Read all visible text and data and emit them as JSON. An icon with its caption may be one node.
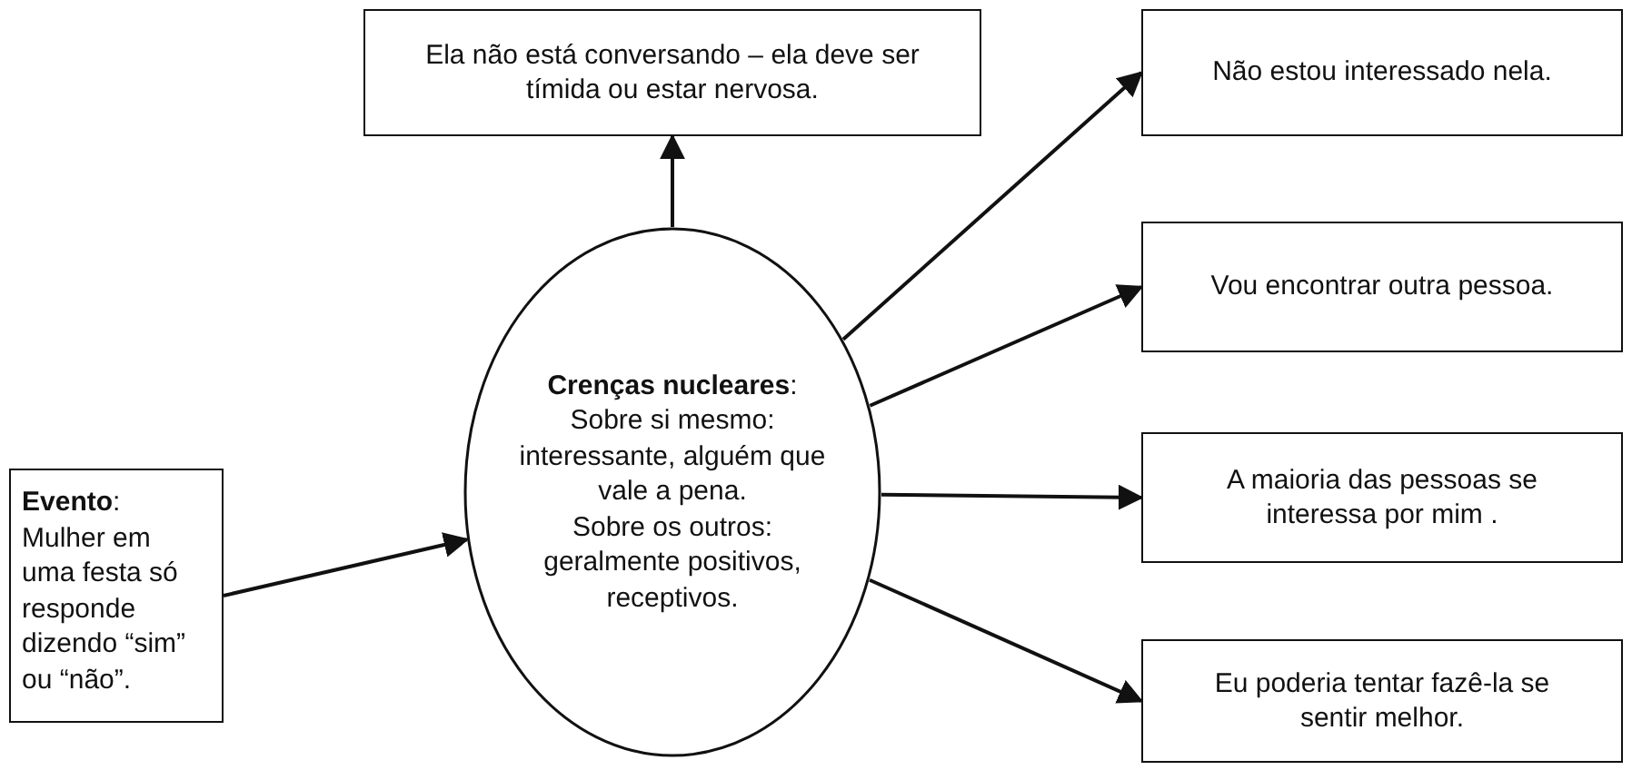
{
  "diagram": {
    "nodes": [
      {
        "text": [
          "**Evento**:",
          "Mulher em uma festa só responde dizendo “sim” ou “não”."
        ]
      },
      {
        "text": [
          "**Crenças nucleares**:",
          "Sobre si mesmo: interessante, alguém que vale a pena.",
          "Sobre os outros: geralmente positivos, receptivos."
        ]
      },
      {
        "text": [
          "Ela não está conversando – ela deve ser tímida ou estar nervosa."
        ]
      },
      {
        "text": [
          "Não estou interessado nela."
        ]
      },
      {
        "text": [
          "Vou encontrar outra pessoa."
        ]
      },
      {
        "text": [
          "A maioria das pessoas se interessa por mim ."
        ]
      },
      {
        "text": [
          "Eu poderia tentar fazê-la se sentir melhor."
        ]
      }
    ],
    "edges": [
      {
        "from": 0,
        "to": 1,
        "arrow": "to"
      },
      {
        "from": 1,
        "to": 2,
        "arrow": "to"
      },
      {
        "from": 1,
        "to": 3,
        "arrow": "to"
      },
      {
        "from": 1,
        "to": 4,
        "arrow": "to"
      },
      {
        "from": 1,
        "to": 5,
        "arrow": "to"
      },
      {
        "from": 1,
        "to": 6,
        "arrow": "to"
      }
    ]
  }
}
